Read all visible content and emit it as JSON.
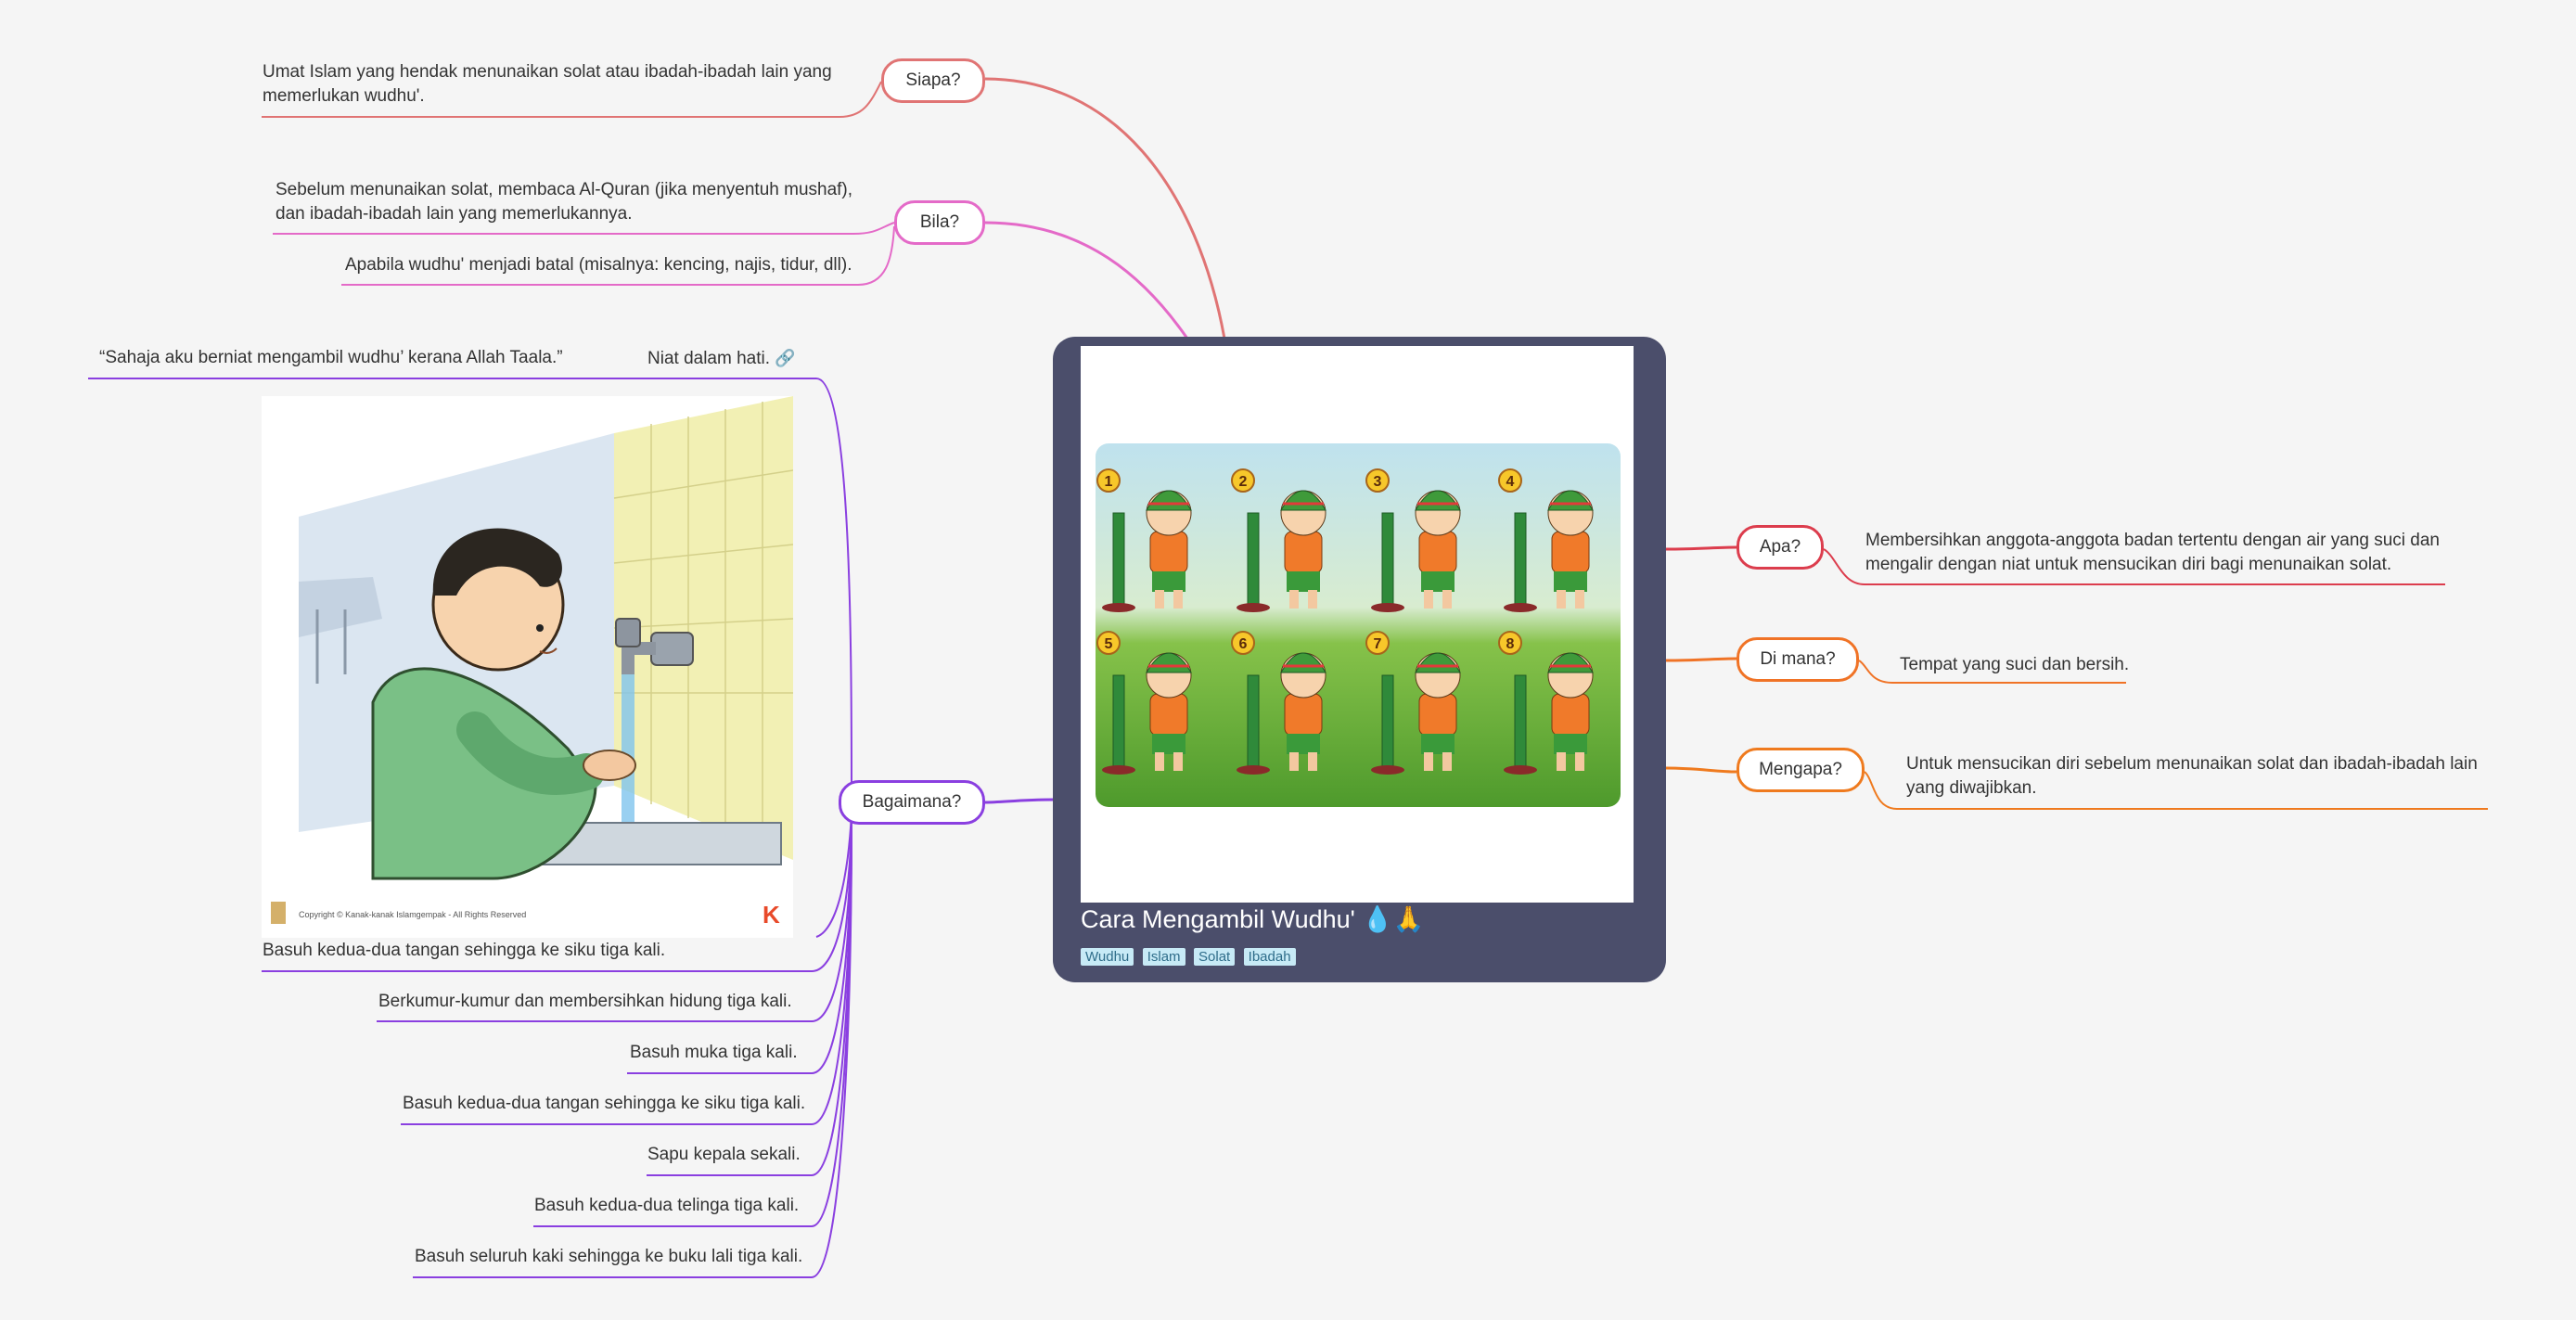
{
  "central": {
    "title": "Cara Mengambil Wudhu' 💧🙏",
    "tags": [
      "Wudhu",
      "Islam",
      "Solat",
      "Ibadah"
    ],
    "step_numbers": [
      "1",
      "2",
      "3",
      "4",
      "5",
      "6",
      "7",
      "8"
    ]
  },
  "siapa": {
    "label": "Siapa?",
    "text_line1": "Umat Islam yang hendak menunaikan solat atau ibadah-ibadah lain yang",
    "text_line2": "memerlukan wudhu'."
  },
  "bila": {
    "label": "Bila?",
    "item1_line1": "Sebelum menunaikan solat, membaca Al-Quran (jika menyentuh mushaf),",
    "item1_line2": "dan ibadah-ibadah lain yang memerlukannya.",
    "item2": "Apabila wudhu' menjadi batal (misalnya: kencing, najis, tidur, dll)."
  },
  "bagaimana": {
    "label": "Bagaimana?",
    "niat_quote": "“Sahaja aku berniat mengambil wudhu’    kerana Allah Taala.”",
    "niat_label": "Niat dalam hati.",
    "image_caption": "Copyright © Kanak-kanak Islamgempak - All Rights Reserved",
    "steps": [
      "Basuh kedua-dua tangan sehingga ke siku tiga kali.",
      "Berkumur-kumur dan membersihkan hidung tiga kali.",
      "Basuh muka tiga kali.",
      "Basuh kedua-dua tangan sehingga ke siku tiga kali.",
      "Sapu kepala sekali.",
      "Basuh kedua-dua telinga tiga kali.",
      "Basuh seluruh kaki sehingga ke buku lali tiga kali."
    ]
  },
  "apa": {
    "label": "Apa?",
    "text_line1": "Membersihkan anggota-anggota badan tertentu dengan air yang suci dan",
    "text_line2": "mengalir dengan niat untuk mensucikan diri bagi menunaikan solat."
  },
  "dimana": {
    "label": "Di mana?",
    "text": "Tempat yang suci dan bersih."
  },
  "mengapa": {
    "label": "Mengapa?",
    "text_line1": "Untuk mensucikan diri sebelum menunaikan solat dan ibadah-ibadah lain",
    "text_line2": "yang diwajibkan."
  },
  "colors": {
    "siapa": "#e07474",
    "bila": "#e46ac8",
    "bagaimana": "#8a3fe0",
    "apa": "#dc3d4d",
    "dimana": "#f07326",
    "mengapa": "#ef7a1e",
    "central_bg": "#4b4e6b"
  }
}
